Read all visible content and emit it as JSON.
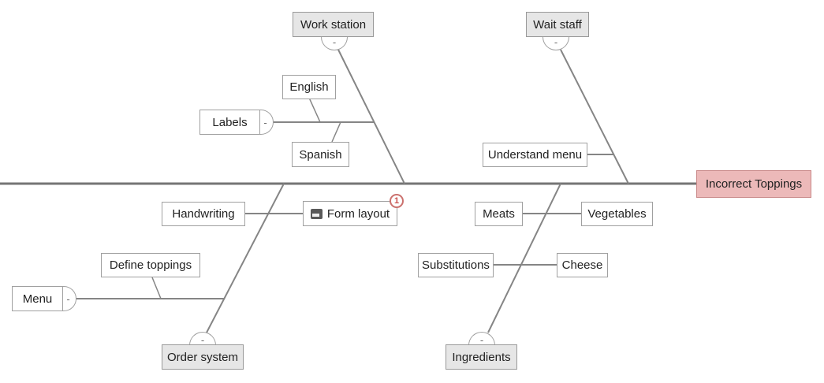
{
  "diagram_type": "fishbone-cause-and-effect",
  "collapse_glyph": "-",
  "colors": {
    "spine_line": "#757575",
    "branch_line": "#858585",
    "box_border": "#a0a0a0",
    "category_fill": "#e6e6e6",
    "cause_fill": "#ffffff",
    "effect_fill": "#ecb9b9",
    "effect_border": "#c98989",
    "badge_red": "#c9504c"
  },
  "nodes": {
    "effect": {
      "label": "Incorrect Toppings"
    },
    "work_station": {
      "label": "Work station"
    },
    "wait_staff": {
      "label": "Wait staff"
    },
    "order_system": {
      "label": "Order system"
    },
    "ingredients": {
      "label": "Ingredients"
    },
    "labels": {
      "label": "Labels"
    },
    "english": {
      "label": "English"
    },
    "spanish": {
      "label": "Spanish"
    },
    "understand_menu": {
      "label": "Understand menu"
    },
    "handwriting": {
      "label": "Handwriting"
    },
    "form_layout": {
      "label": "Form layout",
      "badge_count": "1"
    },
    "meats": {
      "label": "Meats"
    },
    "vegetables": {
      "label": "Vegetables"
    },
    "substitutions": {
      "label": "Substitutions"
    },
    "cheese": {
      "label": "Cheese"
    },
    "define_toppings": {
      "label": "Define toppings"
    },
    "menu": {
      "label": "Menu"
    }
  }
}
